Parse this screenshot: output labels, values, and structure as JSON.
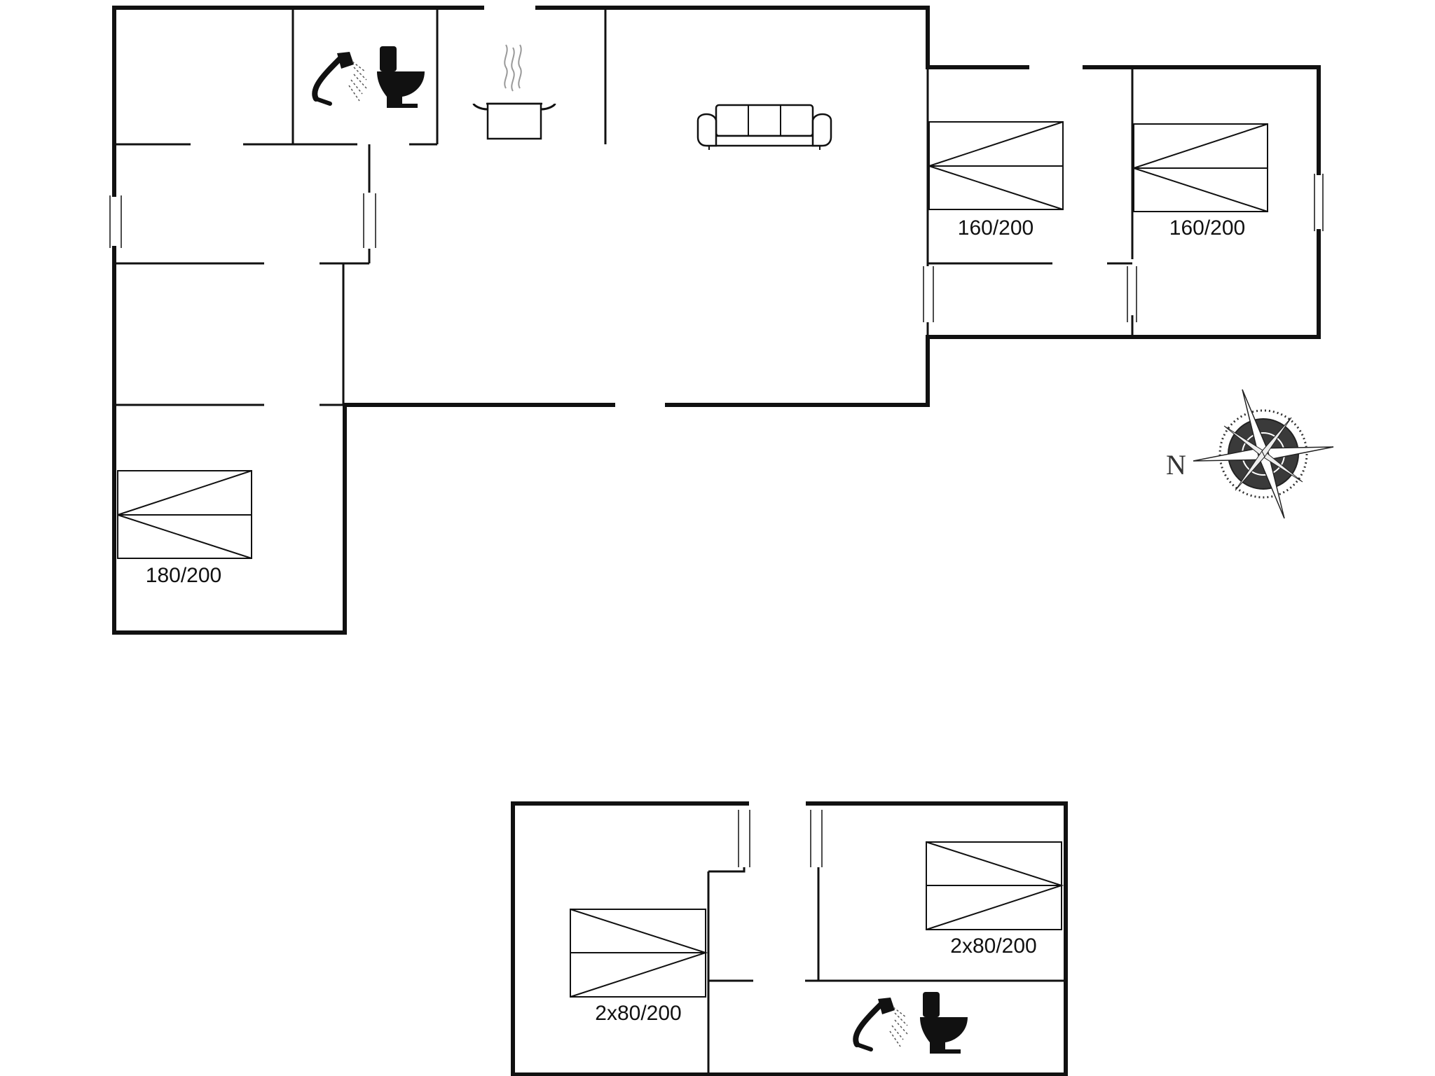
{
  "bed_labels": {
    "bedroom_bottom_left": "180/200",
    "bedroom_right_1": "160/200",
    "bedroom_right_2": "160/200",
    "annex_left": "2x80/200",
    "annex_right": "2x80/200"
  },
  "compass": {
    "north_label": "N",
    "icon": "compass-rose-icon"
  },
  "icons": {
    "shower": "shower-icon",
    "toilet": "toilet-icon",
    "cooking_pot": "cooking-pot-icon",
    "sofa": "sofa-icon",
    "bed": "bed-icon"
  },
  "colors": {
    "wall": "#111111",
    "background": "#ffffff",
    "compass_dark": "#333333"
  }
}
